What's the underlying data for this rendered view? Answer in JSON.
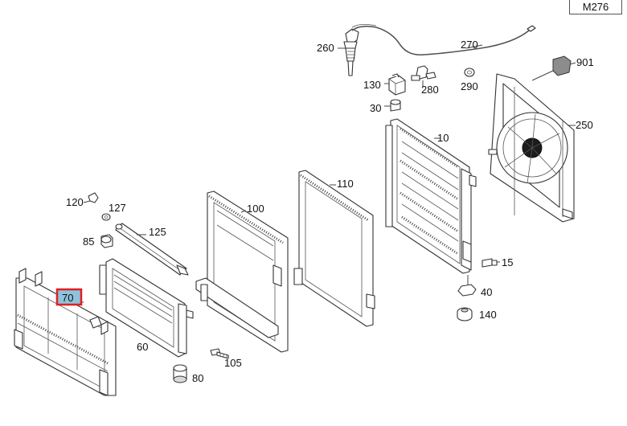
{
  "model_tag": "M276",
  "selected_part": "70",
  "parts": [
    {
      "id": "260",
      "label": "260"
    },
    {
      "id": "270",
      "label": "270"
    },
    {
      "id": "901",
      "label": "901"
    },
    {
      "id": "130",
      "label": "130"
    },
    {
      "id": "280",
      "label": "280"
    },
    {
      "id": "290",
      "label": "290"
    },
    {
      "id": "30",
      "label": "30"
    },
    {
      "id": "10",
      "label": "10"
    },
    {
      "id": "250",
      "label": "250"
    },
    {
      "id": "120",
      "label": "120"
    },
    {
      "id": "127",
      "label": "127"
    },
    {
      "id": "125",
      "label": "125"
    },
    {
      "id": "85",
      "label": "85"
    },
    {
      "id": "100",
      "label": "100"
    },
    {
      "id": "110",
      "label": "110"
    },
    {
      "id": "15",
      "label": "15"
    },
    {
      "id": "40",
      "label": "40"
    },
    {
      "id": "140",
      "label": "140"
    },
    {
      "id": "70",
      "label": "70"
    },
    {
      "id": "60",
      "label": "60"
    },
    {
      "id": "105",
      "label": "105"
    },
    {
      "id": "80",
      "label": "80"
    }
  ],
  "colors": {
    "selected_border": "#e02020",
    "selected_fill": "#8ec3dc",
    "fan_shroud_fill": "#8c8c8c"
  }
}
